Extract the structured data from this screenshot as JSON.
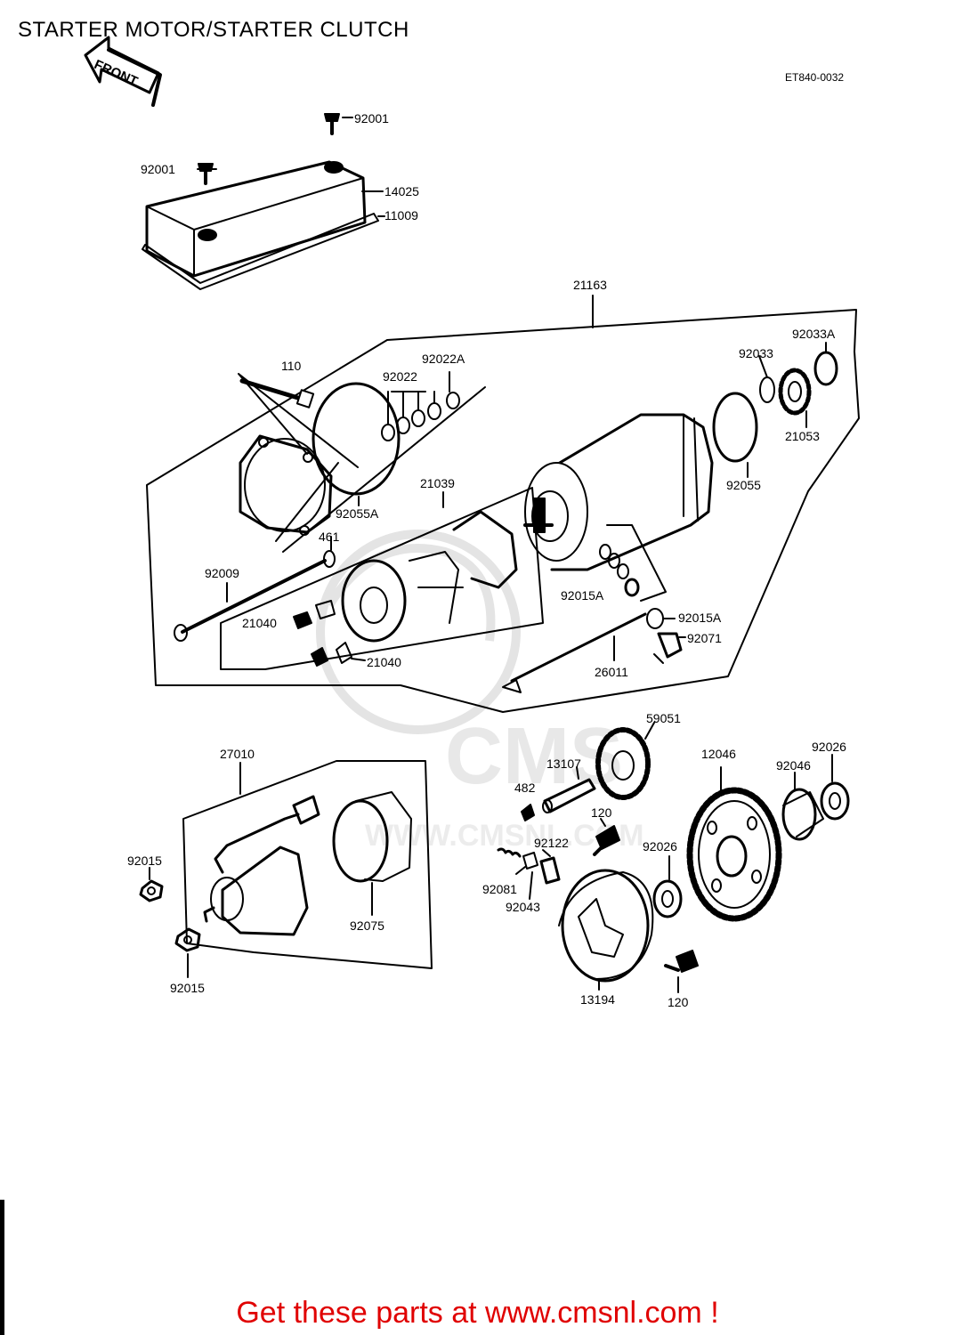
{
  "title": "STARTER MOTOR/STARTER CLUTCH",
  "diagram_code": "ET840-0032",
  "front_label": "FRONT",
  "footer": "Get these parts at www.cmsnl.com !",
  "watermark": "CMS",
  "watermark_url": "WWW.CMSNL.COM",
  "parts": [
    {
      "id": "p92001a",
      "label": "92001"
    },
    {
      "id": "p92001b",
      "label": "92001"
    },
    {
      "id": "p14025",
      "label": "14025"
    },
    {
      "id": "p11009",
      "label": "11009"
    },
    {
      "id": "p21163",
      "label": "21163"
    },
    {
      "id": "p110",
      "label": "110"
    },
    {
      "id": "p92022",
      "label": "92022"
    },
    {
      "id": "p92022A",
      "label": "92022A"
    },
    {
      "id": "p92033",
      "label": "92033"
    },
    {
      "id": "p92033A",
      "label": "92033A"
    },
    {
      "id": "p21053",
      "label": "21053"
    },
    {
      "id": "p92055",
      "label": "92055"
    },
    {
      "id": "p21039",
      "label": "21039"
    },
    {
      "id": "p92055A",
      "label": "92055A"
    },
    {
      "id": "p461",
      "label": "461"
    },
    {
      "id": "p92009",
      "label": "92009"
    },
    {
      "id": "p21040a",
      "label": "21040"
    },
    {
      "id": "p21040b",
      "label": "21040"
    },
    {
      "id": "p92015Aa",
      "label": "92015A"
    },
    {
      "id": "p92015Ab",
      "label": "92015A"
    },
    {
      "id": "p92071",
      "label": "92071"
    },
    {
      "id": "p26011",
      "label": "26011"
    },
    {
      "id": "p59051",
      "label": "59051"
    },
    {
      "id": "p12046",
      "label": "12046"
    },
    {
      "id": "p92026a",
      "label": "92026"
    },
    {
      "id": "p92046",
      "label": "92046"
    },
    {
      "id": "p27010",
      "label": "27010"
    },
    {
      "id": "p13107",
      "label": "13107"
    },
    {
      "id": "p482",
      "label": "482"
    },
    {
      "id": "p120a",
      "label": "120"
    },
    {
      "id": "p92122",
      "label": "92122"
    },
    {
      "id": "p92026b",
      "label": "92026"
    },
    {
      "id": "p92015a",
      "label": "92015"
    },
    {
      "id": "p92081",
      "label": "92081"
    },
    {
      "id": "p92043",
      "label": "92043"
    },
    {
      "id": "p92075",
      "label": "92075"
    },
    {
      "id": "p92015b",
      "label": "92015"
    },
    {
      "id": "p13194",
      "label": "13194"
    },
    {
      "id": "p120b",
      "label": "120"
    }
  ]
}
